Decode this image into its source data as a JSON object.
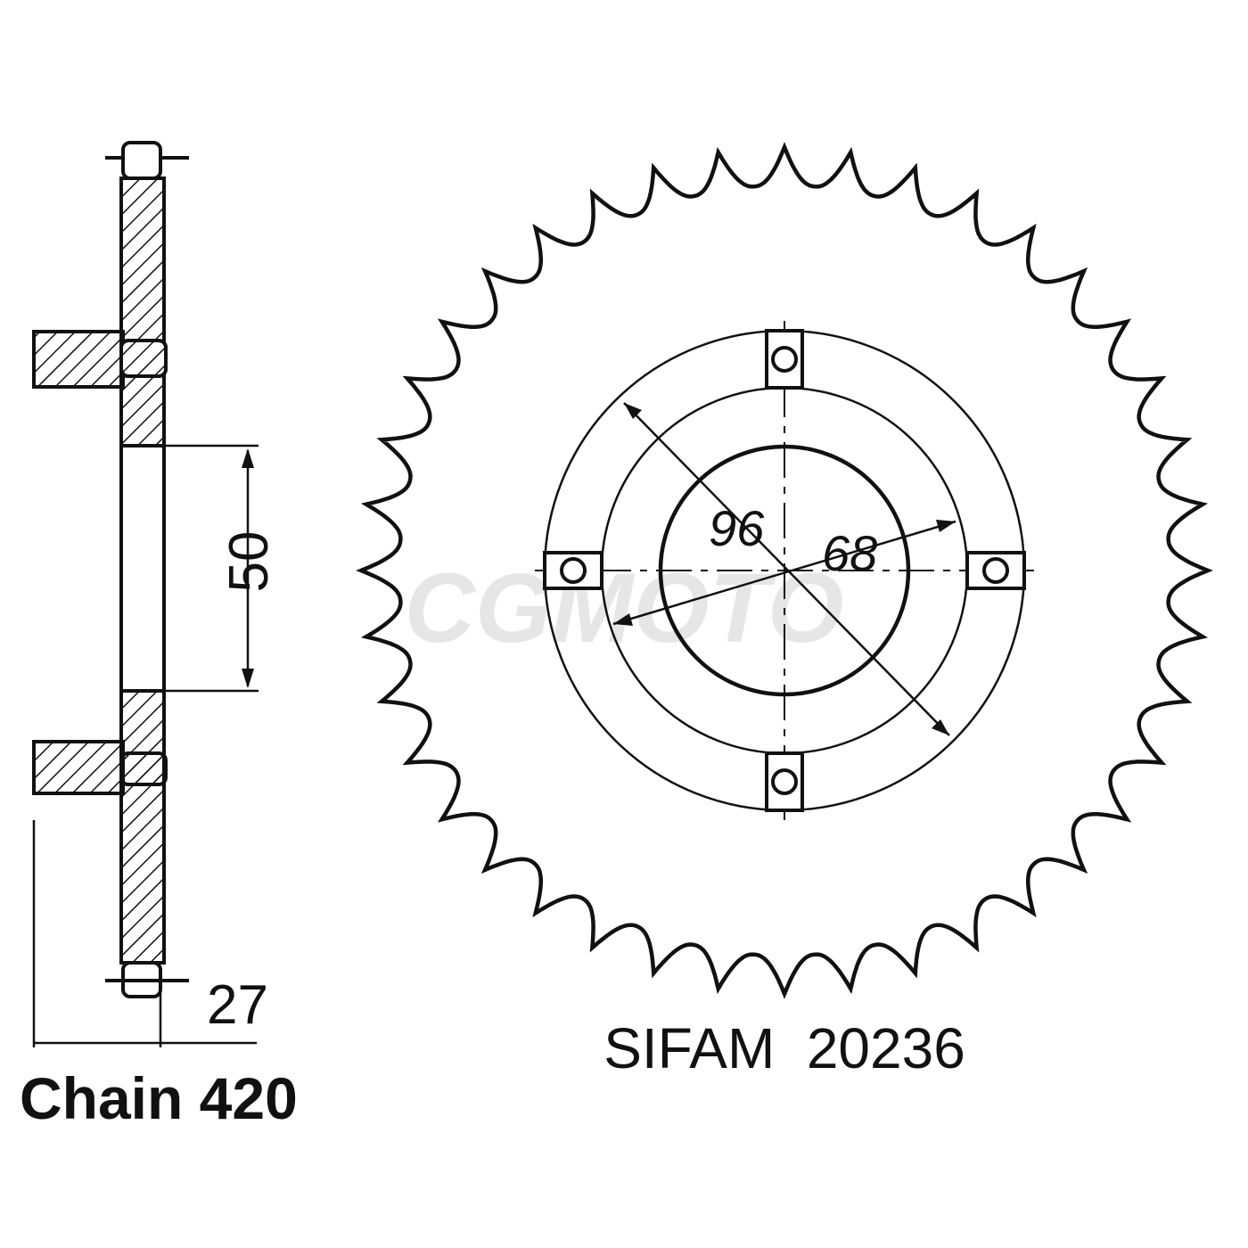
{
  "watermark": "CGMOTO",
  "side_view": {
    "bore_dimension": "50",
    "thickness_dimension": "27",
    "chain_label": "Chain 420"
  },
  "front_view": {
    "teeth": 40,
    "bolt_circle_dimension": "96",
    "center_bore_dimension": "68",
    "bolt_holes": 4
  },
  "part_label": "SIFAM  20236",
  "colors": {
    "line": "#111111",
    "watermark": "#e6e6e6"
  }
}
